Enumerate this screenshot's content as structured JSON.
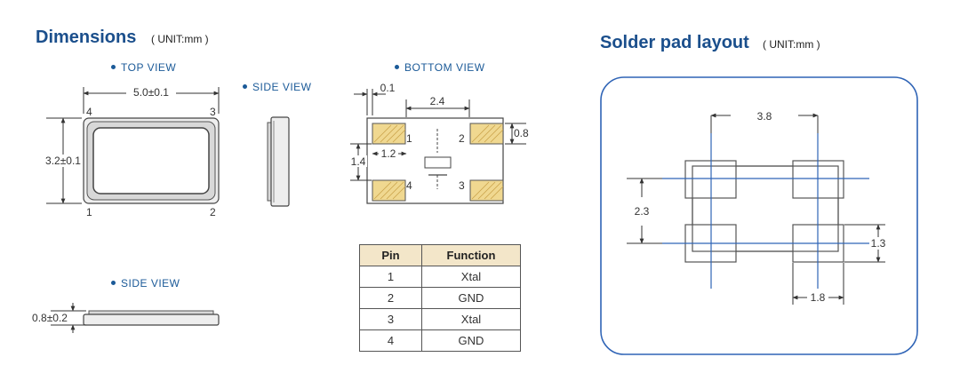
{
  "dimensions": {
    "title": "Dimensions",
    "unit": "( UNIT:mm )",
    "top_view": {
      "label": "TOP VIEW",
      "width_dim": "5.0±0.1",
      "height_dim": "3.2±0.1",
      "pins": [
        "4",
        "3",
        "1",
        "2"
      ]
    },
    "side_view_right": {
      "label": "SIDE VIEW"
    },
    "side_view_bottom": {
      "label": "SIDE VIEW",
      "thickness_dim": "0.8±0.2"
    },
    "bottom_view": {
      "label": "BOTTOM VIEW",
      "dim_offset": "0.1",
      "dim_pitch": "2.4",
      "dim_pad_h": "0.8",
      "dim_height": "1.4",
      "dim_width": "1.2",
      "pins": [
        "1",
        "2",
        "4",
        "3"
      ]
    },
    "pin_table": {
      "headers": [
        "Pin",
        "Function"
      ],
      "rows": [
        [
          "1",
          "Xtal"
        ],
        [
          "2",
          "GND"
        ],
        [
          "3",
          "Xtal"
        ],
        [
          "4",
          "GND"
        ]
      ]
    }
  },
  "solder_pad": {
    "title": "Solder pad layout",
    "unit": "( UNIT:mm )",
    "dim_horizontal_pitch": "3.8",
    "dim_vertical_pitch": "2.3",
    "dim_pad_height": "1.3",
    "dim_pad_width": "1.8"
  },
  "colors": {
    "title_blue": "#1b4f8c",
    "pad_fill": "#f0d890",
    "table_header": "#f3e6c9",
    "centerline_blue": "#2f64b6"
  }
}
